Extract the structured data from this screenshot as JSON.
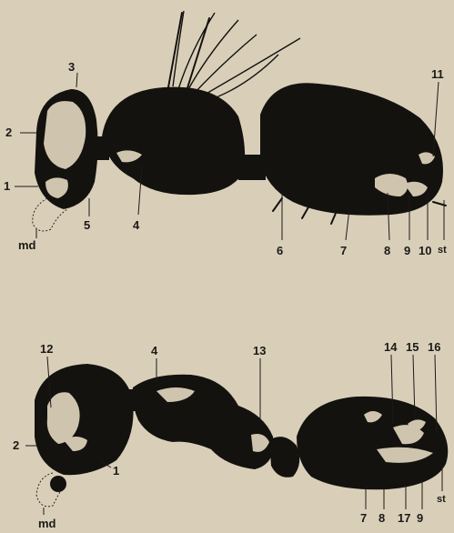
{
  "figure": {
    "top_labels": {
      "l1": "1",
      "l2": "2",
      "l3": "3",
      "l4": "4",
      "l5": "5",
      "l6": "6",
      "l7": "7",
      "l8": "8",
      "l9": "9",
      "l10": "10",
      "l11": "11",
      "md": "md",
      "st": "st"
    },
    "bottom_labels": {
      "l12": "12",
      "l2": "2",
      "l1": "1",
      "l4": "4",
      "l13": "13",
      "l14": "14",
      "l15": "15",
      "l16": "16",
      "l7": "7",
      "l8": "8",
      "l17": "17",
      "l9": "9",
      "md": "md",
      "st": "st"
    }
  }
}
